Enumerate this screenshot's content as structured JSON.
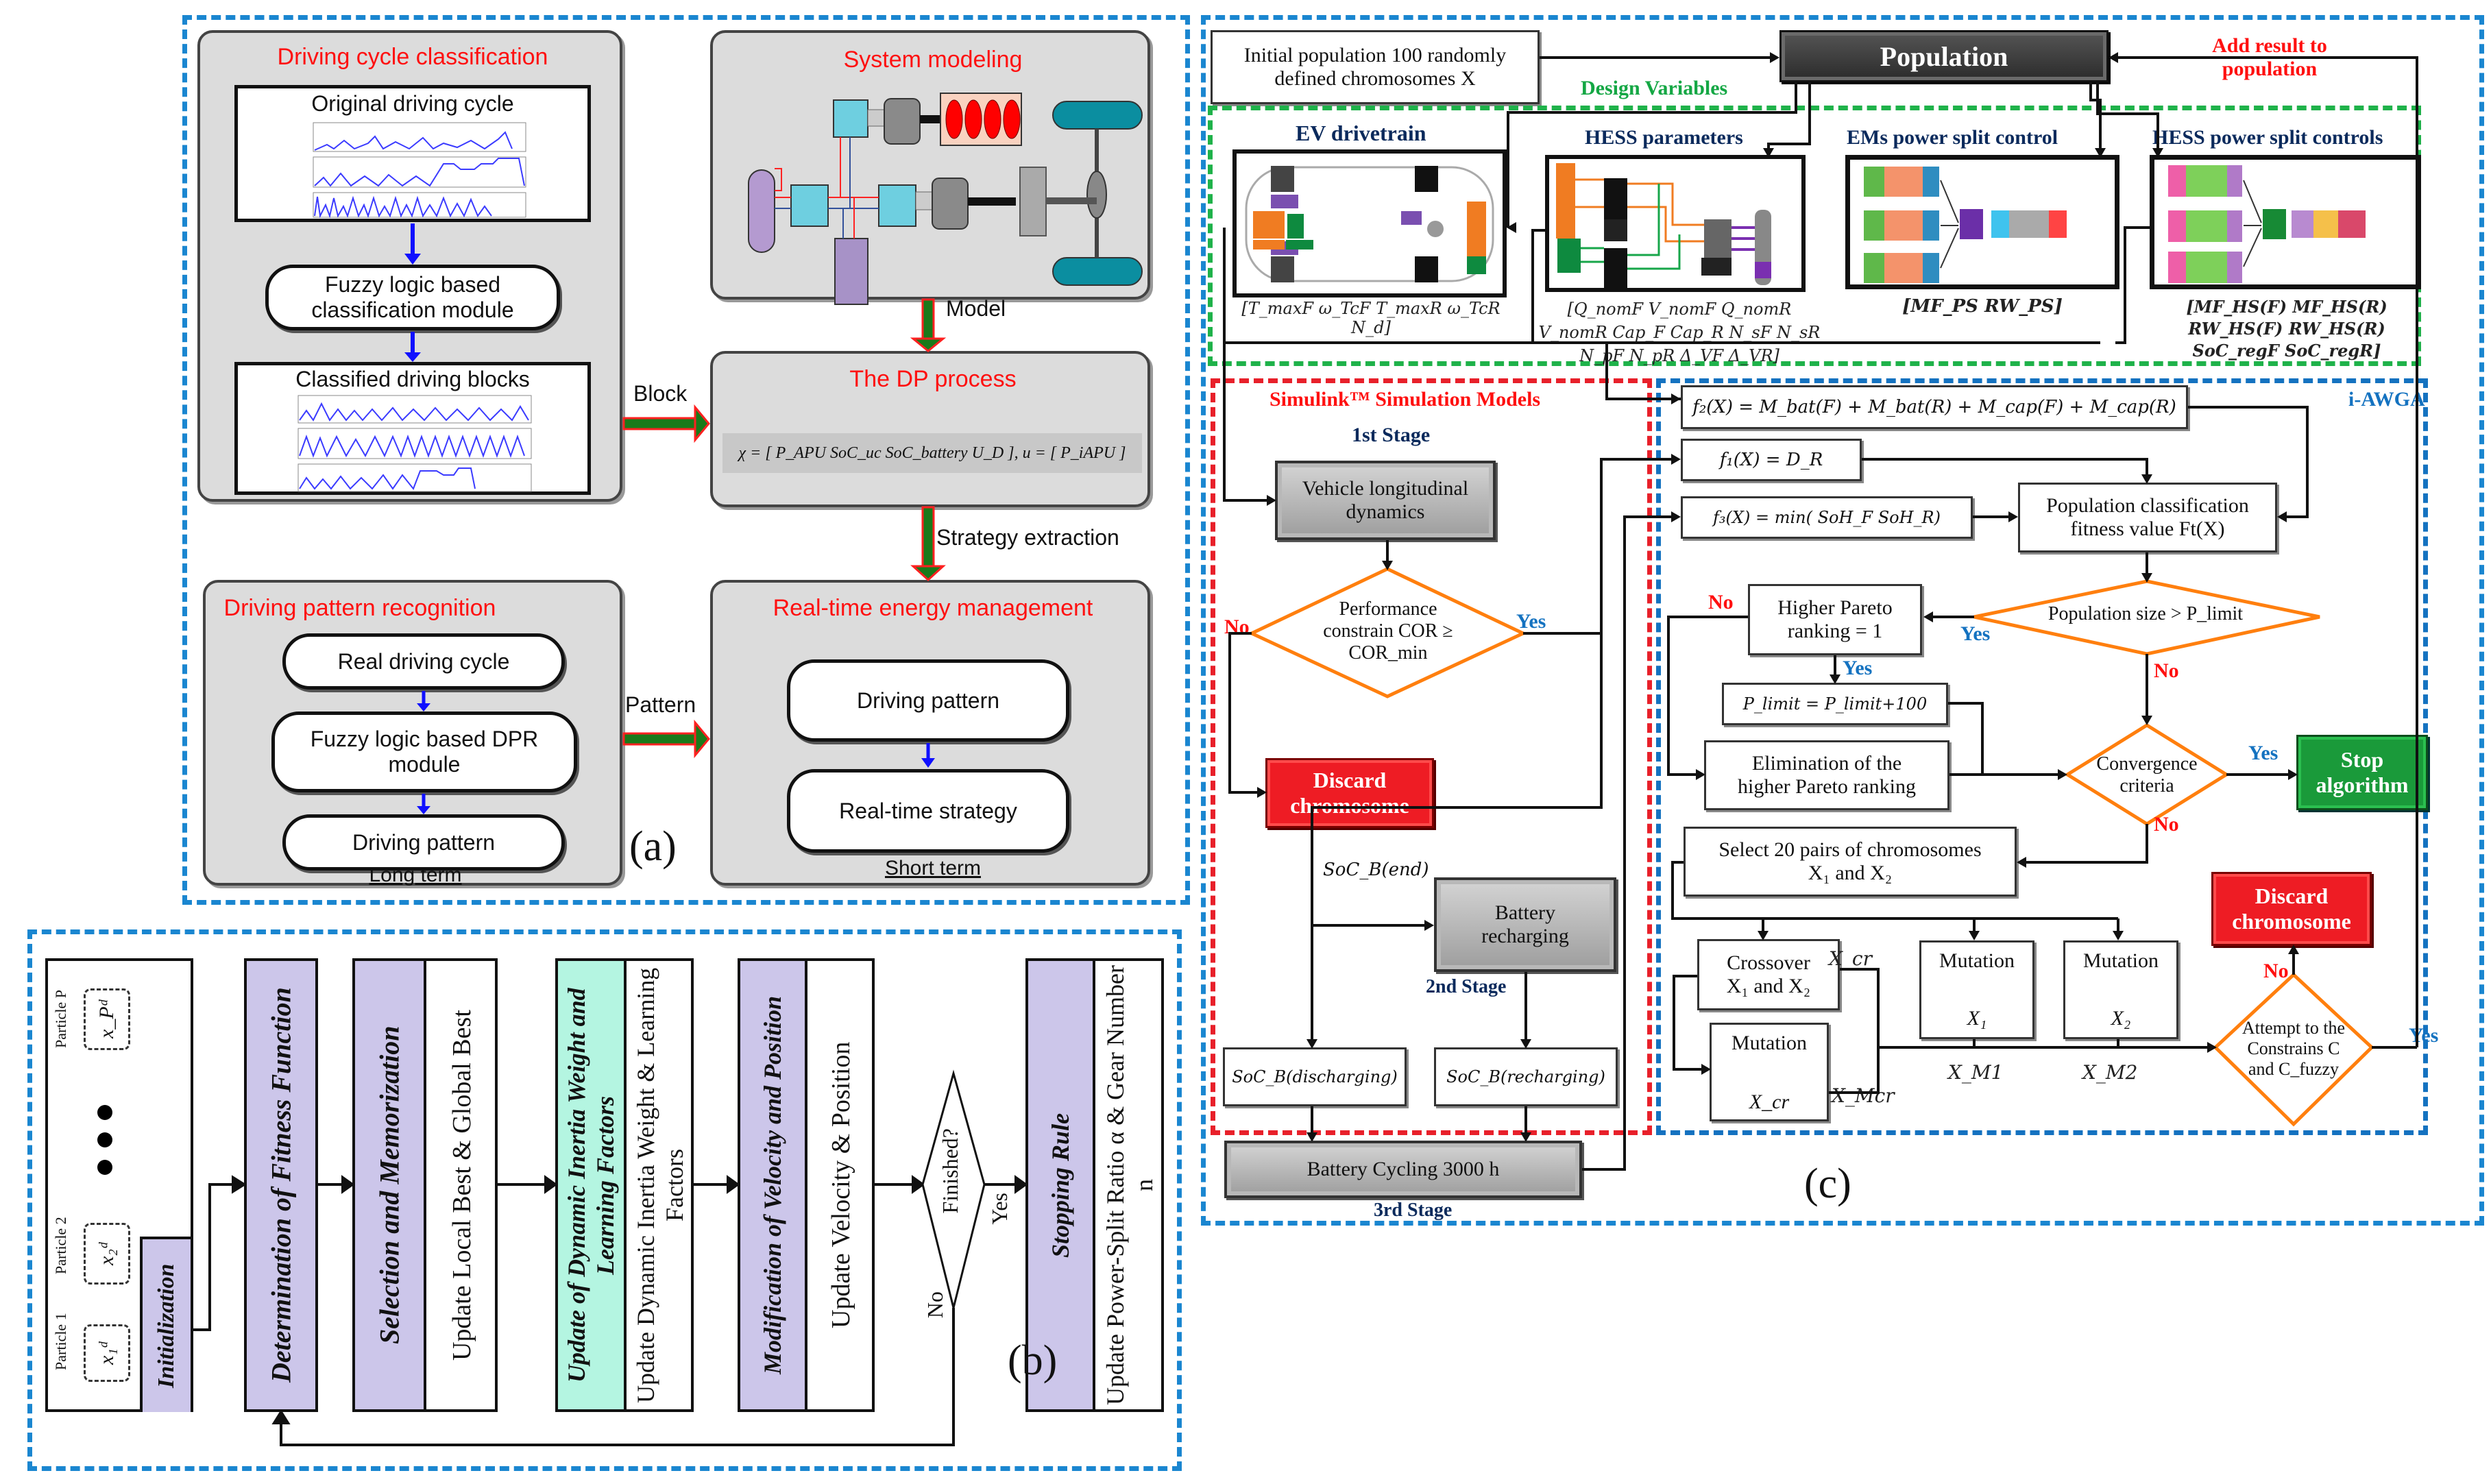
{
  "panel_a": {
    "label": "(a)",
    "driving_cycle_classification": {
      "title": "Driving cycle classification",
      "original_box_title": "Original driving cycle",
      "fuzzy_module": "Fuzzy logic based classification module",
      "classified_box_title": "Classified driving blocks"
    },
    "system_modeling": {
      "title": "System modeling"
    },
    "dp_process": {
      "title": "The DP process",
      "formula": "χ = [ P_APU  SoC_uc  SoC_battery  U_D ],  u = [ P_iAPU ]"
    },
    "arrows": {
      "model": "Model",
      "block": "Block",
      "strategy_extraction": "Strategy extraction",
      "pattern": "Pattern"
    },
    "driving_pattern_recognition": {
      "title": "Driving pattern recognition",
      "steps": [
        "Real driving cycle",
        "Fuzzy logic based DPR module",
        "Driving pattern"
      ],
      "footer": "Long term"
    },
    "real_time_energy_management": {
      "title": "Real-time energy management",
      "steps": [
        "Driving pattern",
        "Real-time strategy"
      ],
      "footer": "Short term"
    }
  },
  "panel_b": {
    "label": "(b)",
    "particles": {
      "p1": "Particle 1",
      "p2": "Particle 2",
      "pP": "Particle P",
      "x1": "x₁ᵈ",
      "x2": "x₂ᵈ",
      "xP": "x_Pᵈ"
    },
    "initialization": "Initialization",
    "columns": [
      {
        "head": "Determination of Fitness Function",
        "body": ""
      },
      {
        "head": "Selection and Memorization",
        "body": "Update Local Best & Global Best"
      },
      {
        "head": "Update of Dynamic Inertia Weight and Learning Factors",
        "body": "Update Dynamic Inertia Weight & Learning Factors"
      },
      {
        "head": "Modification of Velocity and Position",
        "body": "Update Velocity & Position"
      },
      {
        "head": "Stopping Rule",
        "body": "Update Power-Split Ratio α & Gear Number n"
      }
    ],
    "decision": "Finished?",
    "yes": "Yes",
    "no": "No"
  },
  "panel_c": {
    "label": "(c)",
    "initial_population": "Initial population 100 randomly defined chromosomes X",
    "population": "Population",
    "add_result": "Add result to population",
    "design_variables": "Design Variables",
    "groups": [
      {
        "title": "EV drivetrain",
        "params": "[T_maxF ω_TcF T_maxR ω_TcR N_d]"
      },
      {
        "title": "HESS parameters",
        "params": "[Q_nomF V_nomF Q_nomR V_nomR Cap_F Cap_R N_sF N_sR N_pF N_pR Δ_VF Δ_VR]"
      },
      {
        "title": "EMs power split control",
        "params": "[MF_PS RW_PS]"
      },
      {
        "title": "HESS power split controls",
        "params": "[MF_HS(F) MF_HS(R) RW_HS(F) RW_HS(R) SoC_regF SoC_regR]"
      }
    ],
    "simulink": {
      "title": "Simulink™ Simulation Models",
      "stage1": "1st Stage",
      "vehicle_dynamics": "Vehicle longitudinal dynamics",
      "perf_decision": "Performance constrain COR ≥ COR_min",
      "discard": "Discard chromosome",
      "soc_end": "SoC_B(end)",
      "battery_recharging": "Battery recharging",
      "stage2": "2nd Stage",
      "soc_discharging": "SoC_B(discharging)",
      "soc_recharging": "SoC_B(recharging)",
      "battery_cycling": "Battery Cycling 3000 h",
      "stage3": "3rd Stage",
      "yes": "Yes",
      "no": "No"
    },
    "iawga": {
      "title": "i-AWGA",
      "f2": "f₂(X) = M_bat(F) + M_bat(R) + M_cap(F) + M_cap(R)",
      "f1": "f₁(X) = D_R",
      "f3": "f₃(X) = min( SoH_F SoH_R)",
      "fitness": "Population classification fitness value Ft(X)",
      "pop_size_decision": "Population size > P_limit",
      "higher_pareto": "Higher Pareto ranking = 1",
      "plimit_update": "P_limit = P_limit+100",
      "elimination": "Elimination of the higher Pareto ranking",
      "convergence": "Convergence criteria",
      "stop": "Stop algorithm",
      "select": "Select 20 pairs of chromosomes X₁ and X₂",
      "crossover": "Crossover X₁ and X₂",
      "mutation_x1": "Mutation",
      "mutation_x1_var": "X₁",
      "mutation_x2": "Mutation",
      "mutation_x2_var": "X₂",
      "mutation_xcr": "Mutation",
      "mutation_xcr_var": "X_cr",
      "xcr": "X_cr",
      "xmcr": "X_Mcr",
      "xm1": "X_M1",
      "xm2": "X_M2",
      "constraints_decision": "Attempt to the Constrains C and C_fuzzy",
      "discard": "Discard chromosome",
      "yes": "Yes",
      "no": "No"
    }
  }
}
